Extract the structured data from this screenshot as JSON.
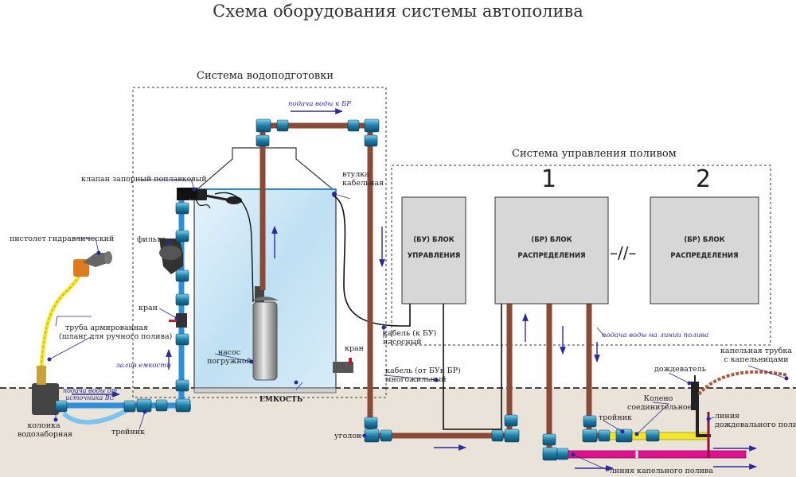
{
  "title": "Схема оборудования системы автополива",
  "sections": {
    "water_prep": "Система водоподготовки",
    "control": "Система управления поливом"
  },
  "zone_numbers": [
    "1",
    "2"
  ],
  "blocks": {
    "control_unit": [
      "(БУ) БЛОК",
      "УПРАВЛЕНИЯ"
    ],
    "distribution_1": [
      "(БР) БЛОК",
      "РАСПРЕДЕЛЕНИЯ"
    ],
    "distribution_2": [
      "(БР) БЛОК",
      "РАСПРЕДЕЛЕНИЯ"
    ],
    "separator": "–//–"
  },
  "labels": {
    "float_valve": "клапан запорный поплавковый",
    "filter": "фильтр",
    "faucet_left": "кран",
    "faucet_right": "кран",
    "gun": "пистолет гидравлический",
    "hose": [
      "труба армированная",
      "(шланг для ручного полива)"
    ],
    "tank_fill": "залив емкости",
    "supply_from_source": [
      "подача воды от",
      "источника ВС"
    ],
    "column": [
      "колонка",
      "водозаборная"
    ],
    "tee_left": "тройник",
    "pump": [
      "насос",
      "погружной"
    ],
    "tank": "ЕМКОСТЬ",
    "cable_sleeve": [
      "втулка",
      "кабельная"
    ],
    "supply_to_br": "подача воды к БР",
    "pump_cable": [
      "кабель (к БУ)",
      "насосный"
    ],
    "multi_cable": [
      "кабель (от БУк БР)",
      "многожильный"
    ],
    "elbow": "уголок",
    "supply_to_lines": "подача воды на линии полива",
    "sprinkler": "дождеватель",
    "drip_tube": [
      "капельная трубка",
      "с капельницами"
    ],
    "knee": [
      "Колено",
      "соединительное"
    ],
    "tee_right": "тройник",
    "sprinkler_line": [
      "линия",
      "дождевального полива"
    ],
    "drip_line": "линия капельного полива"
  },
  "colors": {
    "brown_pipe": "#8B4A36",
    "blue_pipe": "#2f8fd8",
    "yellow_pipe": "#f3e52a",
    "magenta_pipe": "#e0118f",
    "fitting": "#2a8fb8",
    "box": "#d7d7d7",
    "arrow": "#2a2a9a"
  }
}
